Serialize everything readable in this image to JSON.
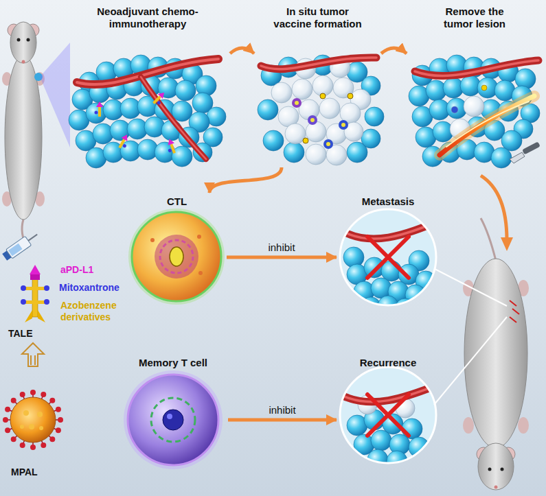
{
  "diagram": {
    "nodes": [
      {
        "text": [
          "Neoadjuvant chemo-immunotherapy"
        ]
      },
      {
        "text": [
          "In situ tumor vaccine formation"
        ]
      },
      {
        "text": [
          "Remove the tumor lesion"
        ]
      },
      {
        "text": [
          "CTL"
        ]
      },
      {
        "text": [
          "Metastasis"
        ]
      },
      {
        "text": [
          "Memory T cell"
        ]
      },
      {
        "text": [
          "Recurrence"
        ]
      }
    ],
    "edges": [
      {
        "from": 0,
        "to": 1,
        "arrow": "to"
      },
      {
        "from": 1,
        "to": 2,
        "arrow": "to"
      },
      {
        "from": 1,
        "to": 3,
        "arrow": "to"
      },
      {
        "from": 3,
        "to": 4,
        "label": "inhibit",
        "arrow": "to"
      },
      {
        "from": 5,
        "to": 6,
        "label": "inhibit",
        "arrow": "to"
      }
    ],
    "labels": [
      "aPD-L1",
      "Mitoxantrone",
      "Azobenzene derivatives",
      "TALE",
      "MPAL"
    ]
  }
}
